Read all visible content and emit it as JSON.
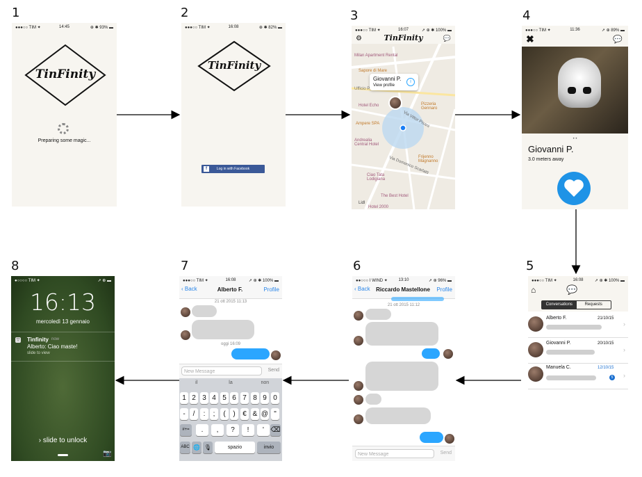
{
  "steps": [
    "1",
    "2",
    "3",
    "4",
    "5",
    "6",
    "7",
    "8"
  ],
  "app_name": "TinFinity",
  "s1": {
    "carrier": "●●●○○ TIM ✦",
    "time": "14:45",
    "battery": "⊕ ✱ 93% ▬",
    "loading": "Preparing some magic..."
  },
  "s2": {
    "carrier": "●●●○○ TIM ✦",
    "time": "16:08",
    "battery": "⊕ ✱ 82% ▬",
    "fb_button": "Log in with Facebook"
  },
  "s3": {
    "carrier": "●●●○○ TIM ✦",
    "time": "16:07",
    "battery": "➚ ⊕ ✱ 100% ▬",
    "callout_name": "Giovanni P.",
    "callout_link": "View profile",
    "map_labels": [
      "Milan Apartment Rental",
      "Sapore di Mare",
      "Ampere SPA",
      "Andrealia Central Hotel",
      "Ciao Tata Lodigiana",
      "The Best Hotel",
      "Hotel 2000",
      "Pizzeria Gennaro",
      "Frijenno Magnanno",
      "Via Domenico Scarlatti",
      "Via Vittor Pisani",
      "Ufficio Postale",
      "Hotel Echo",
      "Lidl"
    ]
  },
  "s4": {
    "carrier": "●●●○○ TIM ✦",
    "time": "11:36",
    "battery": "➚ ⊕ 89% ▬",
    "name": "Giovanni P.",
    "distance": "3.0 meters away"
  },
  "s5": {
    "carrier": "●●●○○ TIM ✦",
    "time": "16:08",
    "battery": "➚ ⊕ ✱ 100% ▬",
    "tabs": [
      "Conversations",
      "Requests"
    ],
    "rows": [
      {
        "name": "Alberto F.",
        "date": "21/10/15"
      },
      {
        "name": "Giovanni P.",
        "date": "20/10/15"
      },
      {
        "name": "Manuela C.",
        "date": "12/10/15",
        "badge": "5"
      }
    ]
  },
  "s6": {
    "carrier": "●●○○○ I WIND ✦",
    "time": "13:10",
    "battery": "➚ ⊕ 96% ▬",
    "back": "Back",
    "title": "Riccardo Mastellone",
    "profile": "Profile",
    "timestamp": "21 ott 2015 11:12",
    "placeholder": "New Message",
    "send": "Send"
  },
  "s7": {
    "carrier": "●●●○○ TIM ✦",
    "time": "16:08",
    "battery": "➚ ⊕ ✱ 100% ▬",
    "back": "Back",
    "title": "Alberto F.",
    "profile": "Profile",
    "timestamp": "21 ott 2015 11:13",
    "timestamp2": "oggi 16:09",
    "placeholder": "New Message",
    "send": "Send",
    "suggestions": [
      "il",
      "la",
      "non"
    ],
    "row1": [
      "1",
      "2",
      "3",
      "4",
      "5",
      "6",
      "7",
      "8",
      "9",
      "0"
    ],
    "row2": [
      "-",
      "/",
      ":",
      ";",
      "(",
      ")",
      "€",
      "&",
      "@",
      "\""
    ],
    "row3": [
      "#+=",
      ".",
      ",",
      "?",
      "!",
      "'",
      "⌫"
    ],
    "row4": [
      "ABC",
      "🌐",
      "🎙",
      "spazio",
      "invio"
    ]
  },
  "s8": {
    "carrier": "●○○○○ TIM ✦",
    "battery": "➚ ⊕ ▬",
    "time": "16:13",
    "date": "mercoledì 13 gennaio",
    "notif_app": "Tinfinity",
    "notif_when": "now",
    "notif_msg": "Alberto: Ciao maste!",
    "notif_action": "slide to view",
    "unlock": "slide to unlock"
  },
  "colors": {
    "blue": "#2ba6ff",
    "fb": "#3b5998",
    "heart_bg": "#1f93e6",
    "lock_green": "#2f4a22"
  }
}
